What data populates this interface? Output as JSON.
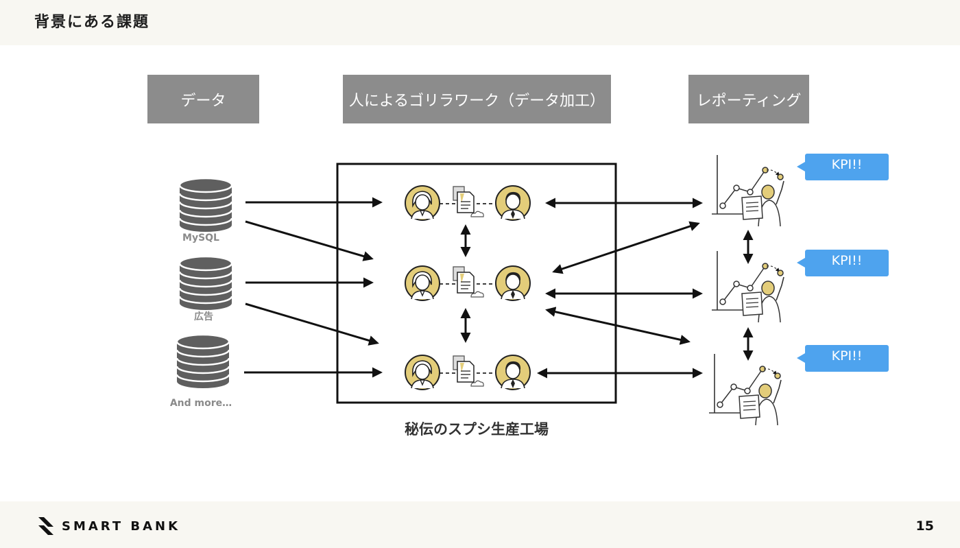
{
  "page": {
    "title": "背景にある課題",
    "page_number": "15"
  },
  "brand": {
    "name": "SMART BANK",
    "logo_icon": "smartbank-logo-icon"
  },
  "columns": {
    "data": "データ",
    "processing": "人によるゴリラワーク（データ加工）",
    "reporting": "レポーティング"
  },
  "data_sources": [
    {
      "label": "MySQL",
      "icon": "database-icon"
    },
    {
      "label": "広告",
      "icon": "database-icon"
    },
    {
      "label": "And more…",
      "icon": "database-icon"
    }
  ],
  "factory": {
    "label": "秘伝のスプシ生産工場"
  },
  "kpi_bubbles": [
    "KPI!!",
    "KPI!!",
    "KPI!!"
  ],
  "colors": {
    "header_bg": "#f8f7f2",
    "column_header_bg": "#8c8c8c",
    "avatar_yellow": "#e3cd7a",
    "bubble_blue": "#4ea3ee",
    "database_gray": "#5f5f5f"
  }
}
